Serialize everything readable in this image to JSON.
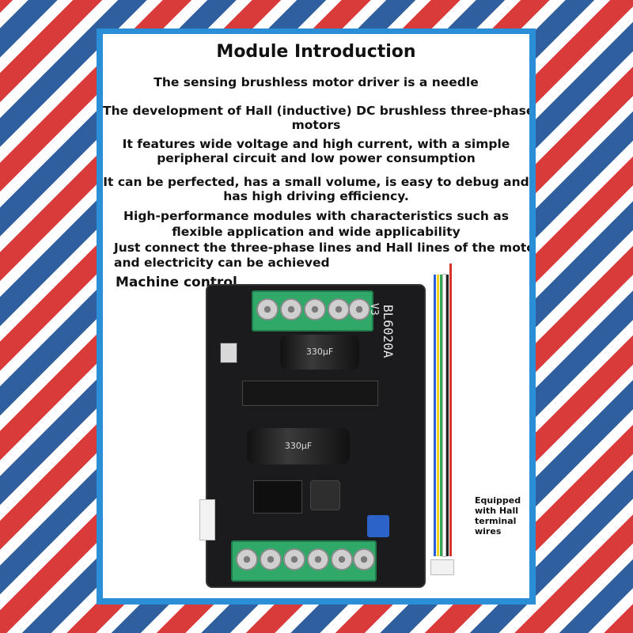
{
  "title": "Module Introduction",
  "lines": [
    "The sensing brushless motor driver is a needle",
    "The development of Hall (inductive) DC brushless three-phase",
    "motors",
    "It features wide voltage and high current, with a simple",
    "peripheral circuit and low power consumption",
    "It can be perfected, has a small volume, is easy to debug and",
    "has high driving efficiency.",
    "High-performance modules with characteristics such as",
    "flexible application and wide applicability",
    "Just connect the three-phase lines and Hall lines of the motor,",
    "and electricity can be achieved"
  ],
  "machine_control": "Machine control",
  "board_label": "BL6020A",
  "board_version": "V3",
  "cap_label_top": "330μF",
  "cap_label_bottom": "330μF",
  "equipped": {
    "line1": "Equipped",
    "line2": "with Hall",
    "line3": "terminal",
    "line4": "wires"
  },
  "colors": {
    "frame_blue": "#2a8fd6",
    "stripe_red": "#d93a3a",
    "stripe_blue": "#2f5f9e",
    "terminal_green": "#2fa868",
    "board_black": "#1b1b1d"
  },
  "wire_colors": [
    "#2b5fd9",
    "#f0d21f",
    "#34a853",
    "#ffffff",
    "#222222",
    "#d8332b"
  ]
}
